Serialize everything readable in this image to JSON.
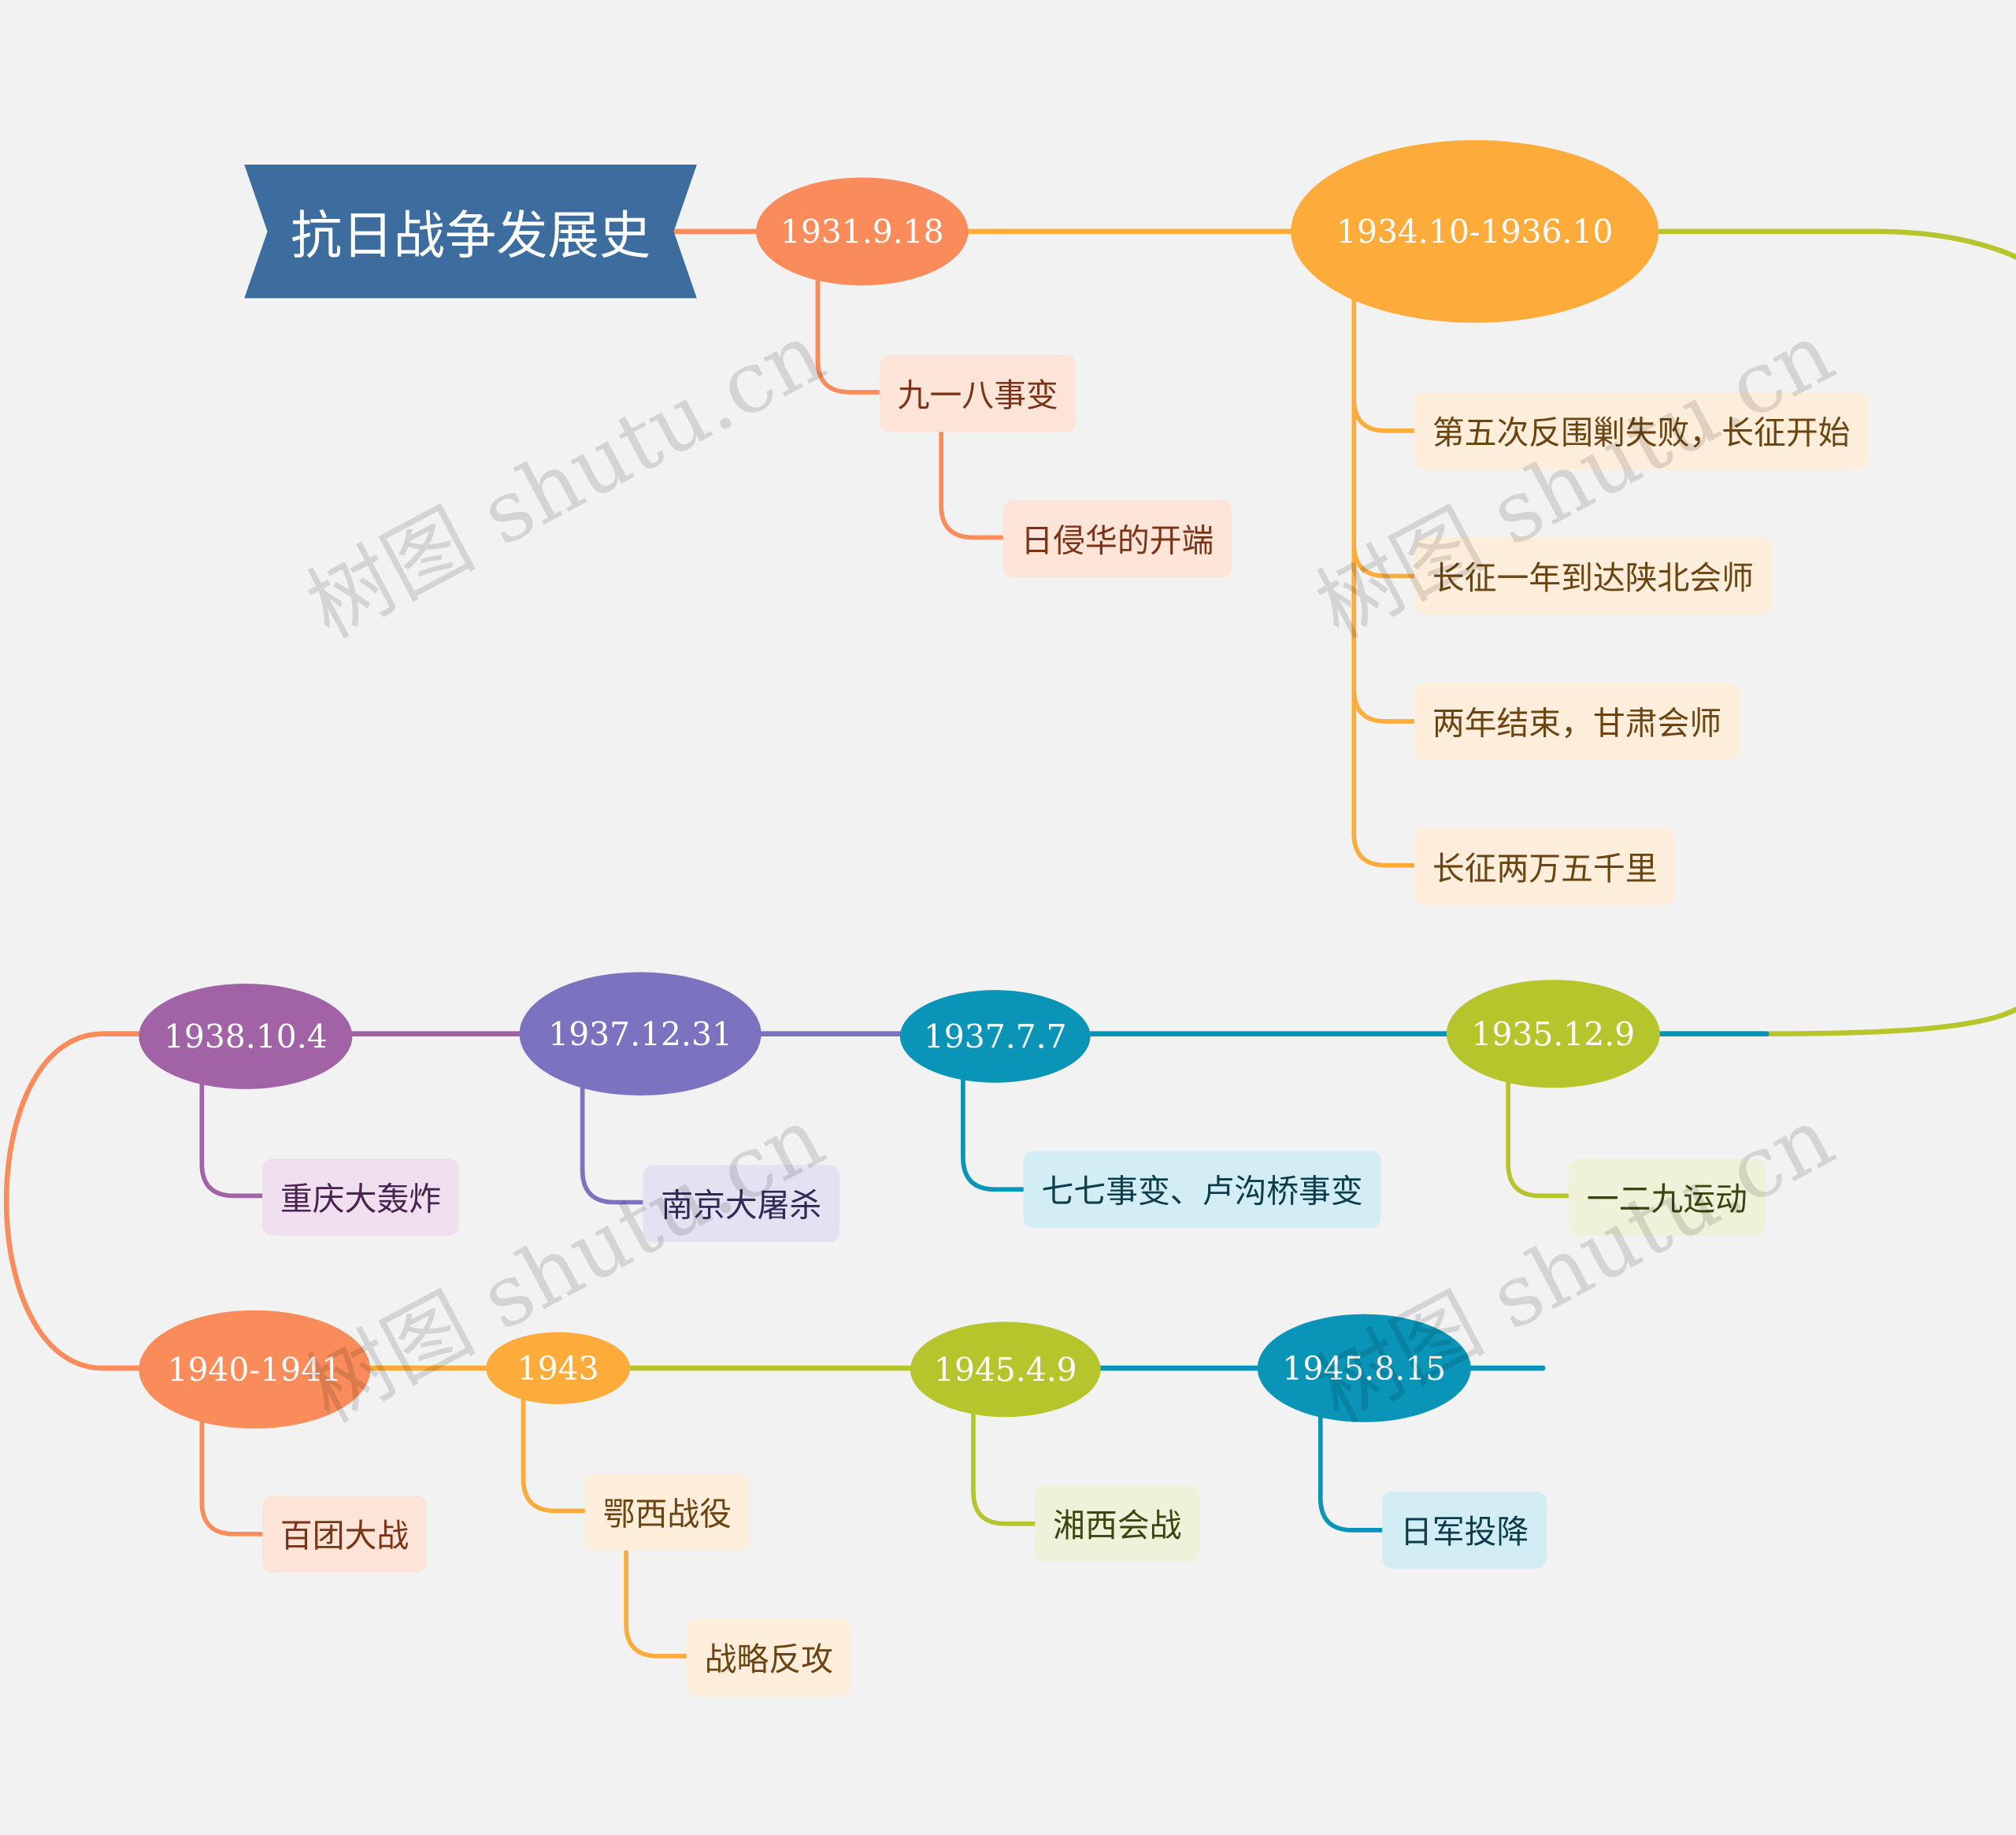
{
  "title": "抗日战争发展史",
  "colors": {
    "background": "#f2f2f2",
    "title_bg": "#3d6d9f",
    "coral": "#f98c5a",
    "orange": "#fdab3a",
    "purple": "#a163a6",
    "violet": "#7b73bf",
    "teal": "#0a95b8",
    "lime": "#b6c52c"
  },
  "dates": {
    "d1931": "1931.9.18",
    "d1934": "1934.10-1936.10",
    "d1935": "1935.12.9",
    "d1937a": "1937.7.7",
    "d1937b": "1937.12.31",
    "d1938": "1938.10.4",
    "d1940": "1940-1941",
    "d1943": "1943",
    "d1945a": "1945.4.9",
    "d1945b": "1945.8.15"
  },
  "events": {
    "e1931_a": "九一八事变",
    "e1931_b": "日侵华的开端",
    "e1934_a": "第五次反围剿失败，长征开始",
    "e1934_b": "长征一年到达陕北会师",
    "e1934_c": "两年结束，甘肃会师",
    "e1934_d": "长征两万五千里",
    "e1935": "一二九运动",
    "e1937a": "七七事变、卢沟桥事变",
    "e1937b": "南京大屠杀",
    "e1938": "重庆大轰炸",
    "e1940": "百团大战",
    "e1943_a": "鄂西战役",
    "e1943_b": "战略反攻",
    "e1945a": "湘西会战",
    "e1945b": "日军投降"
  },
  "watermark": "树图 shutu.cn"
}
